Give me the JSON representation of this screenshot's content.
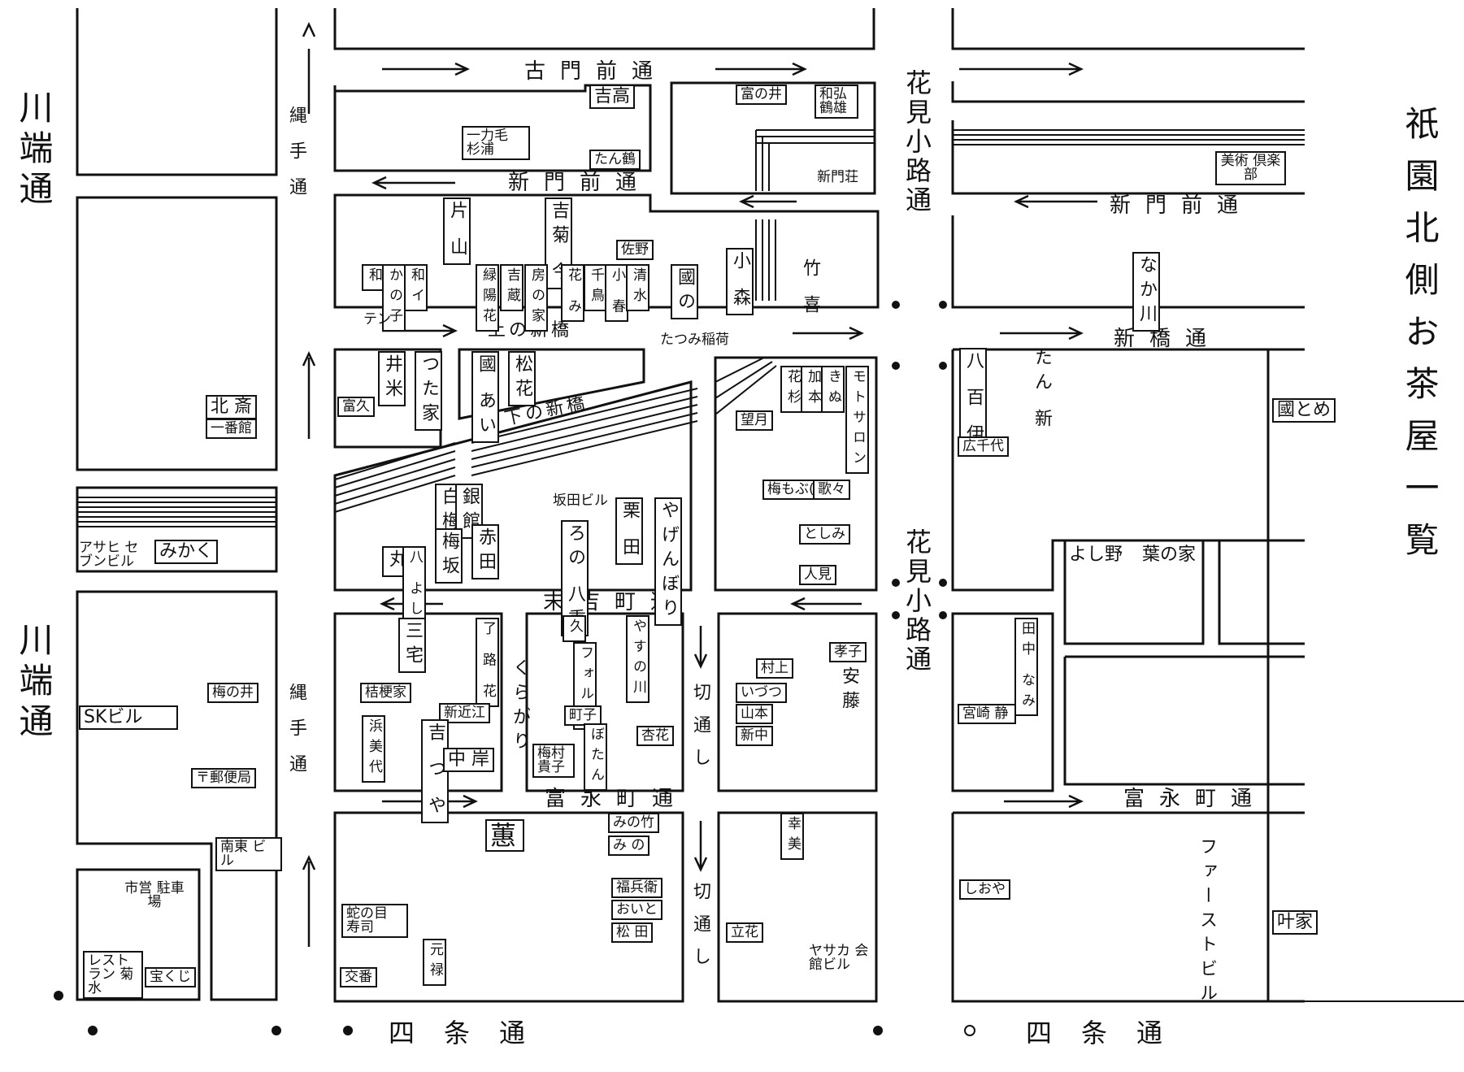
{
  "map": {
    "title_right": "祇園北側お茶屋一覧",
    "roads": {
      "kawabata_top": "川端通",
      "kawabata_bottom": "川端通",
      "nawate_top": "縄手通",
      "nawate_bottom": "縄手通",
      "hanamikoji_top": "花見小路通",
      "hanamikoji_bottom": "花見小路通",
      "furumonzen": "古門前通",
      "shinmonzen_left": "新門前通",
      "shinmonzen_right": "新門前通",
      "shinbashi_right": "新橋通",
      "kami_no_shinbashi": "上の新橋",
      "shimo_no_shinbashi": "下の新橋",
      "sueyoshicho": "末吉町通",
      "tominagacho_left": "富永町通",
      "tominagacho_right": "富永町通",
      "kiridoshi_1": "切通し",
      "kiridoshi_2": "切通し",
      "shijo_left": "四条通",
      "shijo_right": "四条通",
      "kurakari": "くらがり"
    },
    "shops": {
      "yoshitaka": "吉高",
      "kayagi": "一力毛 杉浦",
      "tansho": "たん鶴",
      "tominoi": "富の井",
      "wahiro": "和弘 鶴雄",
      "shinmonso": "新門荘",
      "bijutsu": "美術 倶楽部",
      "katayama": "片 山",
      "kichiko": "吉菊 今",
      "sano": "佐野",
      "wa": "和",
      "kanoko": "かの子",
      "tei": "テン",
      "ii": "和イ",
      "ryokuyoka": "緑陽花",
      "yoshikura": "吉蔵",
      "yukinoie": "房の家",
      "hanami": "花 み",
      "chidori": "千鳥",
      "koharu": "小 春",
      "shimizu": "清水",
      "kunino": "國の",
      "ko_mori": "小 森",
      "takeyoshi": "竹 喜",
      "nakagawa": "なか川",
      "tatsumi": "たつみ稲荷",
      "iyone": "井米",
      "tsutaya": "つた家",
      "tomihisa": "富久",
      "kokuai": "國 あい",
      "kamachi": "松花",
      "mochizuki": "望月",
      "kasugi": "花杉",
      "kanamoto": "加本",
      "kinu": "きぬ",
      "motosalon": "モトサロン",
      "hachihyakui": "八 百 伊",
      "tanshin": "たん 新",
      "hirosendai": "広千代",
      "kunitome": "國とめ",
      "kitasai": "北 斎",
      "ichibankan": "一番館",
      "mikaku": "みかく",
      "asahi_building": "アサヒ セブンビル",
      "yasakabiru": "坂田ビル",
      "hakubai": "白梅",
      "ginkan": "銀館",
      "umesaka": "梅坂",
      "akada": "赤田",
      "maru": "丸",
      "yoshiari": "八 よしあり",
      "irohachi": "ろの 八重",
      "kurihara": "栗 田",
      "yagenbori": "やげんぼり",
      "marutomo": "梅もぶ(わ)",
      "utamura": "歌々",
      "toshimi": "としみ",
      "hitomi": "人見",
      "yoshino": "よし野",
      "hanakoi": "葉の家",
      "sanmaru": "三宅",
      "ryokuchi": "了 路 花",
      "kikyoya": "桔梗家",
      "shinoumi": "新近江",
      "hamabi": "浜美代",
      "kichitsuya": "吉 つ や",
      "nakagishi": "中 岸",
      "kuruma": "久",
      "foruse": "フォルセ",
      "machiko": "町子",
      "yasukawa": "やすの川",
      "botan": "ぼたん",
      "shogetsu": "杏花",
      "muramura": "梅村 貴子",
      "murakami": "村上",
      "izutsu": "いづつ",
      "yamamoto": "山本",
      "shinkyo": "新中",
      "hatsuko": "孝子",
      "ando": "安藤",
      "tanaka": "田中 なみ",
      "miyazaki": "宮崎 静",
      "umenoi": "梅の井",
      "sk_building": "SKビル",
      "post_office": "〒郵便局",
      "nanto_building": "南東 ビル",
      "parking": "市営 駐車場",
      "restaurant": "レストラン 菊水",
      "takuji": "宝くじ",
      "mino_take": "みの竹",
      "mino": "み の",
      "kaichi": "蕙",
      "fukube": "福兵衛",
      "oito": "おいと",
      "matsuda": "松 田",
      "jabara": "蛇の目 寿司",
      "genroku": "元禄",
      "koban": "交番",
      "tatsubana": "立花",
      "mikuni": "幸美",
      "yasaka_hall": "ヤサカ 会館ビル",
      "shiobaya": "しおや",
      "first_building": "ファーストビル",
      "kanoie": "叶家"
    }
  },
  "colors": {
    "ink": "#111111",
    "paper": "#ffffff"
  }
}
